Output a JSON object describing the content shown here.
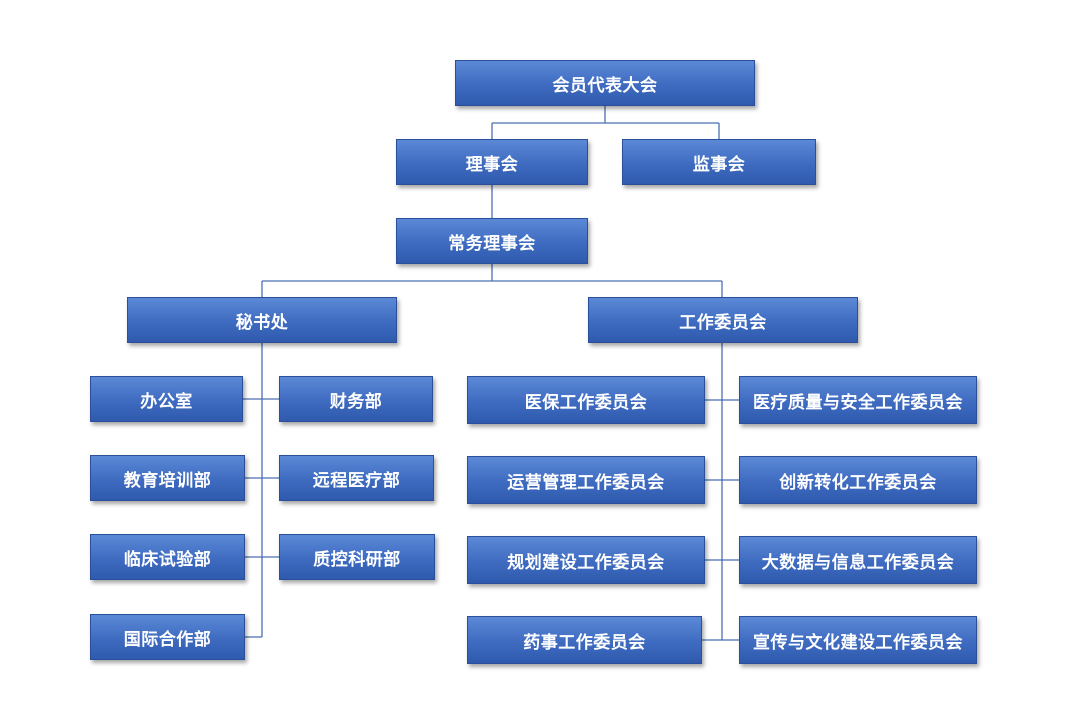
{
  "nodes": {
    "assembly": "会员代表大会",
    "council": "理事会",
    "supervisory": "监事会",
    "standing": "常务理事会",
    "secretariat": "秘书处",
    "committees": "工作委员会",
    "office": "办公室",
    "finance": "财务部",
    "education": "教育培训部",
    "telemedicine": "远程医疗部",
    "clinical": "临床试验部",
    "qc_research": "质控科研部",
    "international": "国际合作部",
    "medical_insurance": "医保工作委员会",
    "quality_safety": "医疗质量与安全工作委员会",
    "operations": "运营管理工作委员会",
    "innovation": "创新转化工作委员会",
    "planning": "规划建设工作委员会",
    "bigdata": "大数据与信息工作委员会",
    "pharmacy": "药事工作委员会",
    "publicity": "宣传与文化建设工作委员会"
  },
  "colors": {
    "box_fill": "#4472c4",
    "connector": "#4a6fb5"
  }
}
